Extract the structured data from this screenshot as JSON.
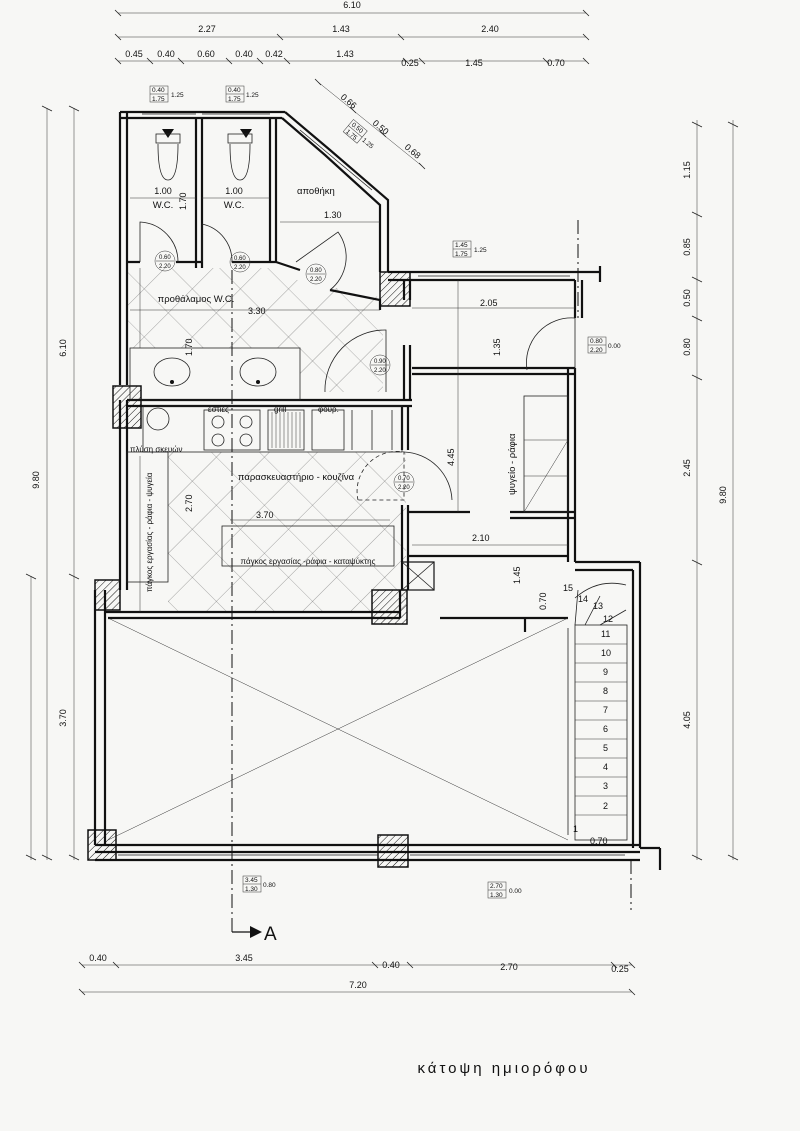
{
  "title": "κάτοψη ημιορόφου",
  "section_marker": "A",
  "top_dims": {
    "row1": [
      "6.10"
    ],
    "row2": [
      "2.27",
      "1.43",
      "2.40"
    ],
    "row3": [
      "0.45",
      "0.40",
      "0.60",
      "0.40",
      "0.42",
      "1.43",
      "0.25",
      "1.45",
      "0.70"
    ]
  },
  "diagonal_dims": [
    "0.66",
    "0.50",
    "0.68"
  ],
  "left_dims": [
    "6.10",
    "9.80",
    "3.70"
  ],
  "left_inner_dims": [
    "1.70",
    "2.70"
  ],
  "right_dims": [
    "1.15",
    "0.85",
    "0.50",
    "0.80",
    "2.45",
    "4.05",
    "9.80"
  ],
  "bottom_dims": {
    "row1": [
      "0.40",
      "3.45",
      "0.40",
      "2.70",
      "0.25"
    ],
    "row2": [
      "7.20"
    ]
  },
  "rooms": {
    "wc1": "W.C.",
    "wc2": "W.C.",
    "storage": "αποθήκη",
    "vestibule": "προθάλαμος W.C.",
    "kitchen": "παρασκευαστήριο - κουζίνα",
    "cold_room": "ψυγείο - ράφια",
    "dishwash": "πλύση σκευών",
    "stoves": "εστίες",
    "grill": "grill",
    "oven": "φουρ.",
    "counter_left": "πάγκος εργασίας - ράφια - ψυγεία",
    "counter_center": "πάγκος εργασίας -ράφια - καταψύκτης"
  },
  "inner_dims": {
    "wc1_w": "1.00",
    "wc2_w": "1.00",
    "wc1_h": "1.70",
    "storage_w": "1.30",
    "vestibule_w": "3.30",
    "cold_w": "2.05",
    "cold_h": "1.35",
    "kitchen_h": "4.45",
    "counter_w": "3.70",
    "lower_w": "2.10",
    "lower_h": "1.45",
    "stair_gap": "0.70",
    "stair_w": "0.70"
  },
  "openings": [
    {
      "top": "0.40",
      "bot": "1.75",
      "side": "1.25"
    },
    {
      "top": "0.40",
      "bot": "1.75",
      "side": "1.25"
    },
    {
      "top": "0.50",
      "bot": "1.75",
      "side": "1.25"
    },
    {
      "top": "1.45",
      "bot": "1.75",
      "side": "1.25"
    },
    {
      "top": "0.80",
      "bot": "2.20",
      "side": "0.00"
    },
    {
      "top": "3.45",
      "bot": "1.30",
      "side": "0.80"
    },
    {
      "top": "2.70",
      "bot": "1.30",
      "side": "0.00"
    }
  ],
  "doors": [
    {
      "top": "0.60",
      "bot": "2.20"
    },
    {
      "top": "0.60",
      "bot": "2.20"
    },
    {
      "top": "0.80",
      "bot": "2.20"
    },
    {
      "top": "0.90",
      "bot": "2.20"
    },
    {
      "top": "0.70",
      "bot": "2.20"
    }
  ],
  "stairs": [
    "1",
    "2",
    "3",
    "4",
    "5",
    "6",
    "7",
    "8",
    "9",
    "10",
    "11",
    "12",
    "13",
    "14",
    "15"
  ]
}
